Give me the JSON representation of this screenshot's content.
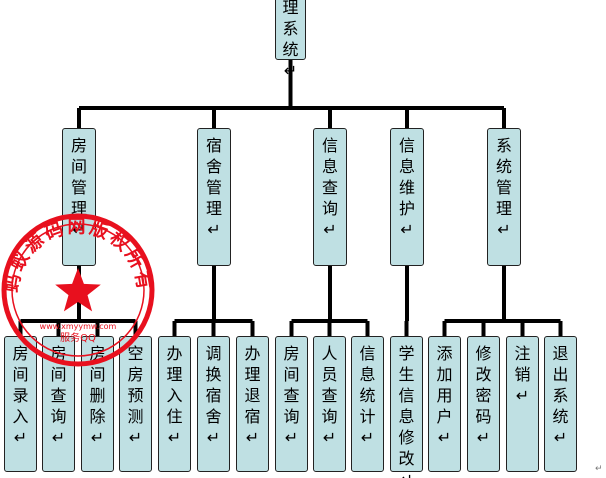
{
  "root": {
    "label": "理系统"
  },
  "branches": [
    {
      "label": "房间管理",
      "children": [
        "房间录入",
        "房间查询",
        "房间删除",
        "空房预测"
      ]
    },
    {
      "label": "宿舍管理",
      "children": [
        "办理入住",
        "调换宿舍",
        "办理退宿"
      ]
    },
    {
      "label": "信息查询",
      "children": [
        "房间查询",
        "人员查询",
        "信息统计"
      ]
    },
    {
      "label": "信息维护",
      "children": [
        "学生信息修改"
      ]
    },
    {
      "label": "系统管理",
      "children": [
        "添加用户",
        "修改密码",
        "注销",
        "退出系统"
      ]
    }
  ],
  "paragraph_mark": "↵",
  "seal": {
    "ring_text": "蚂蚁源码网版权所有",
    "inner_text": "服务QQ",
    "url_text": "www.xmyymw.com",
    "color": "#e8101e"
  },
  "colors": {
    "box_fill": "#bfe0e3",
    "line": "#000000"
  }
}
